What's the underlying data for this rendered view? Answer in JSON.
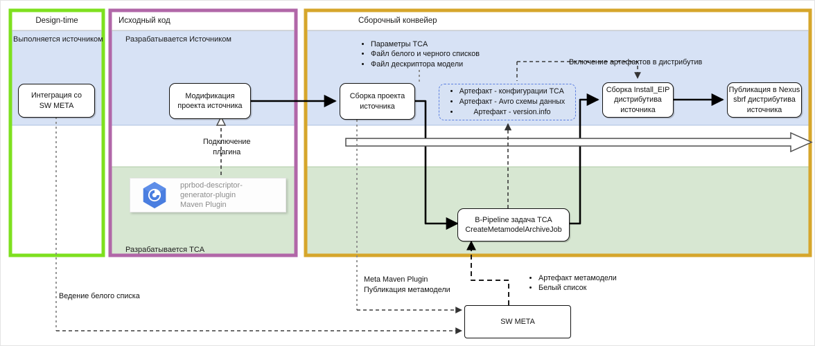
{
  "diagram": {
    "title": "CI pipeline swimlane diagram",
    "lanes": [
      {
        "id": "design-time",
        "title": "Design-time",
        "accent": "#7ee01f",
        "sublabel": "Выполняется источником"
      },
      {
        "id": "source-code",
        "title": "Исходный код",
        "accent": "#b167a8",
        "sublabel": "Разрабатывается Источником",
        "sublabel2": "Разрабатывается TCA"
      },
      {
        "id": "build-pipeline",
        "title": "Сборочный конвейер",
        "accent": "#d6a62b",
        "sublabel": ""
      }
    ],
    "bands": {
      "top_fill": "#d7e2f5",
      "mid_fill": "#ffffff",
      "bottom_fill": "#d7e7d2"
    },
    "nodes": [
      {
        "id": "integration-sw-meta",
        "label": "Интеграция со\nSW META"
      },
      {
        "id": "modify-source-project",
        "label": "Модификация\nпроекта источника"
      },
      {
        "id": "build-source-project",
        "label": "Сборка проекта\nисточника"
      },
      {
        "id": "build-install-eip",
        "label": "Сборка Install_EIP\nдистрибутива\nисточника"
      },
      {
        "id": "publish-nexus",
        "label": "Публикация в Nexus\nsbrf   дистрибутива\nисточника"
      },
      {
        "id": "b-pipeline-job",
        "label": "B-Pipeline задача TCA\nCreateMetamodelArchiveJob"
      },
      {
        "id": "sw-meta",
        "label": "SW META"
      }
    ],
    "bullet_lists": [
      {
        "id": "build-inputs",
        "items": [
          "Параметры TCA",
          "Файл белого и черного списков",
          "Файл дескриптора модели"
        ]
      },
      {
        "id": "artifacts-box",
        "items": [
          "Артефакт - конфигурации  TCA",
          "Артефакт - Avro схемы данных",
          "Артефакт - version.info"
        ]
      },
      {
        "id": "sw-meta-outputs",
        "items": [
          "Артефакт метамодели",
          "Белый список"
        ]
      }
    ],
    "edge_labels": [
      {
        "id": "artifacts-into-distributive",
        "text": "Включение артефактов в дистрибутив"
      },
      {
        "id": "plugin-connect",
        "text": "Подключение\nплагина"
      },
      {
        "id": "meta-maven-plugin",
        "text": "Meta Maven Plugin\nПубликация метамодели"
      },
      {
        "id": "whitelist-maintenance",
        "text": "Ведение белого списка"
      }
    ],
    "plugin_card": {
      "id": "pprbod-descriptor-generator-plugin",
      "name": "pprbod-descriptor-generator-plugin",
      "subtitle": "Maven Plugin",
      "icon": "maven-plugin-hex-icon",
      "icon_color": "#4a7ee0"
    }
  }
}
